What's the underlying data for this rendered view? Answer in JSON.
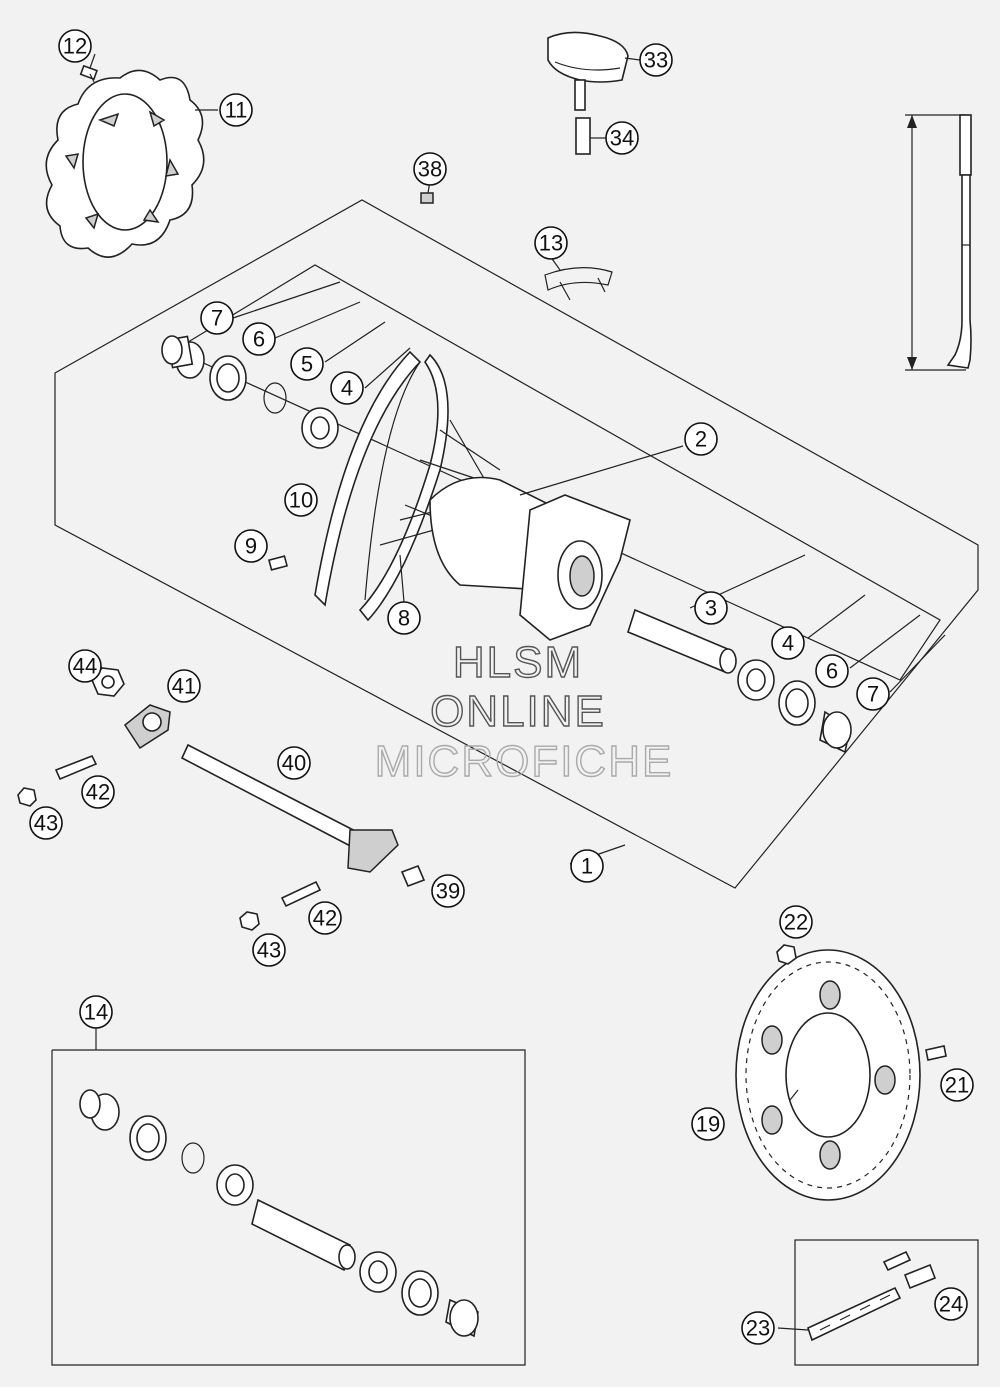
{
  "watermark": {
    "line1": "HLSM",
    "line2": "ONLINE",
    "line3": "MICROFICHE"
  },
  "callouts": {
    "c1": "1",
    "c2": "2",
    "c3": "3",
    "c4a": "4",
    "c4b": "4",
    "c5": "5",
    "c6a": "6",
    "c6b": "6",
    "c7a": "7",
    "c7b": "7",
    "c8": "8",
    "c9": "9",
    "c10": "10",
    "c11": "11",
    "c12": "12",
    "c13": "13",
    "c14": "14",
    "c19": "19",
    "c21": "21",
    "c22": "22",
    "c23": "23",
    "c24": "24",
    "c33": "33",
    "c34": "34",
    "c38": "38",
    "c39": "39",
    "c40": "40",
    "c41": "41",
    "c42a": "42",
    "c42b": "42",
    "c43a": "43",
    "c43b": "43",
    "c44": "44"
  }
}
